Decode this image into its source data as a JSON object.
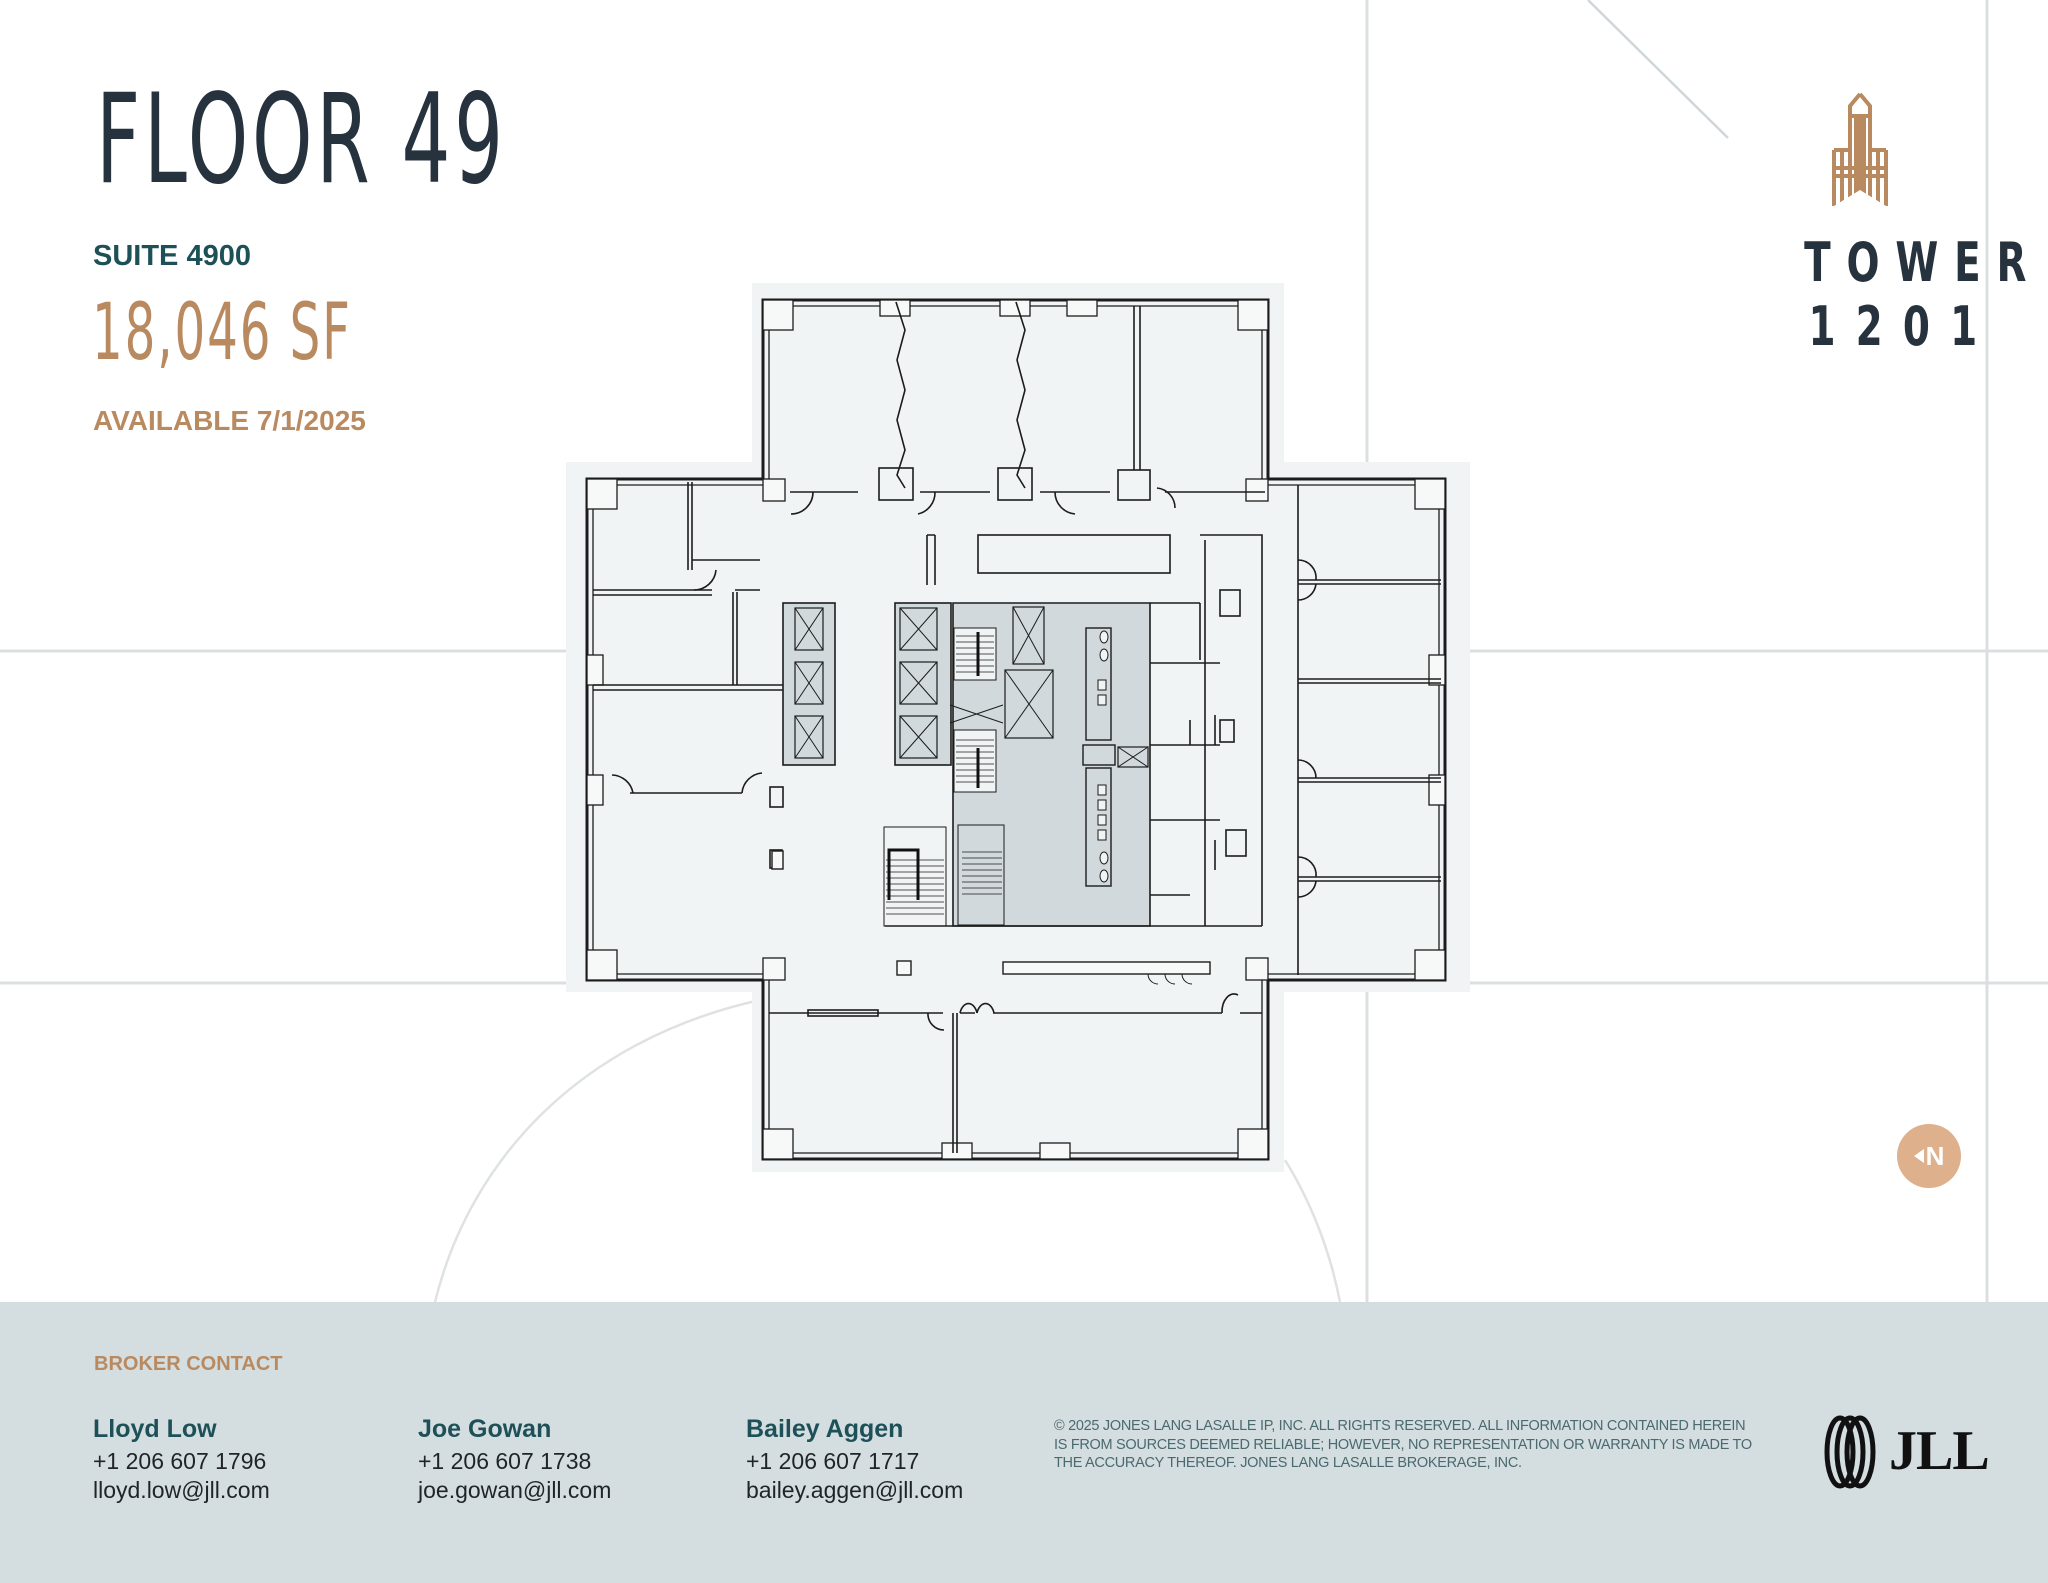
{
  "header": {
    "floor_title": "FLOOR 49",
    "suite": "SUITE 4900",
    "area": "18,046 SF",
    "availability": "AVAILABLE 7/1/2025"
  },
  "brand": {
    "icon": "tower-building-icon",
    "name_line1": "TOWER",
    "name_line2": "1201"
  },
  "floorplan": {
    "label": "Floor 49 floor plan",
    "north_indicator": "N",
    "north_icon": "north-arrow-icon"
  },
  "footer": {
    "heading": "BROKER CONTACT",
    "contacts": [
      {
        "name": "Lloyd Low",
        "phone": "+1 206 607 1796",
        "email": "lloyd.low@jll.com"
      },
      {
        "name": "Joe Gowan",
        "phone": "+1 206 607 1738",
        "email": "joe.gowan@jll.com"
      },
      {
        "name": "Bailey Aggen",
        "phone": "+1 206 607 1717",
        "email": "bailey.aggen@jll.com"
      }
    ],
    "disclaimer": "© 2025 Jones Lang LaSalle IP, Inc. All rights reserved. All information contained herein is from sources deemed reliable; however, no representation or warranty is made to the accuracy thereof. Jones Lang LaSalle Brokerage, Inc.",
    "company_logo_text": "JLL",
    "company_logo_icon": "jll-rings-icon"
  },
  "colors": {
    "title_dark": "#26323d",
    "accent_copper": "#b98a60",
    "teal": "#1d5157",
    "footer_bg": "#d4dde0",
    "plan_fill": "#f1f4f4",
    "core_fill": "#d2d9dc",
    "north_badge": "#deb08c"
  }
}
